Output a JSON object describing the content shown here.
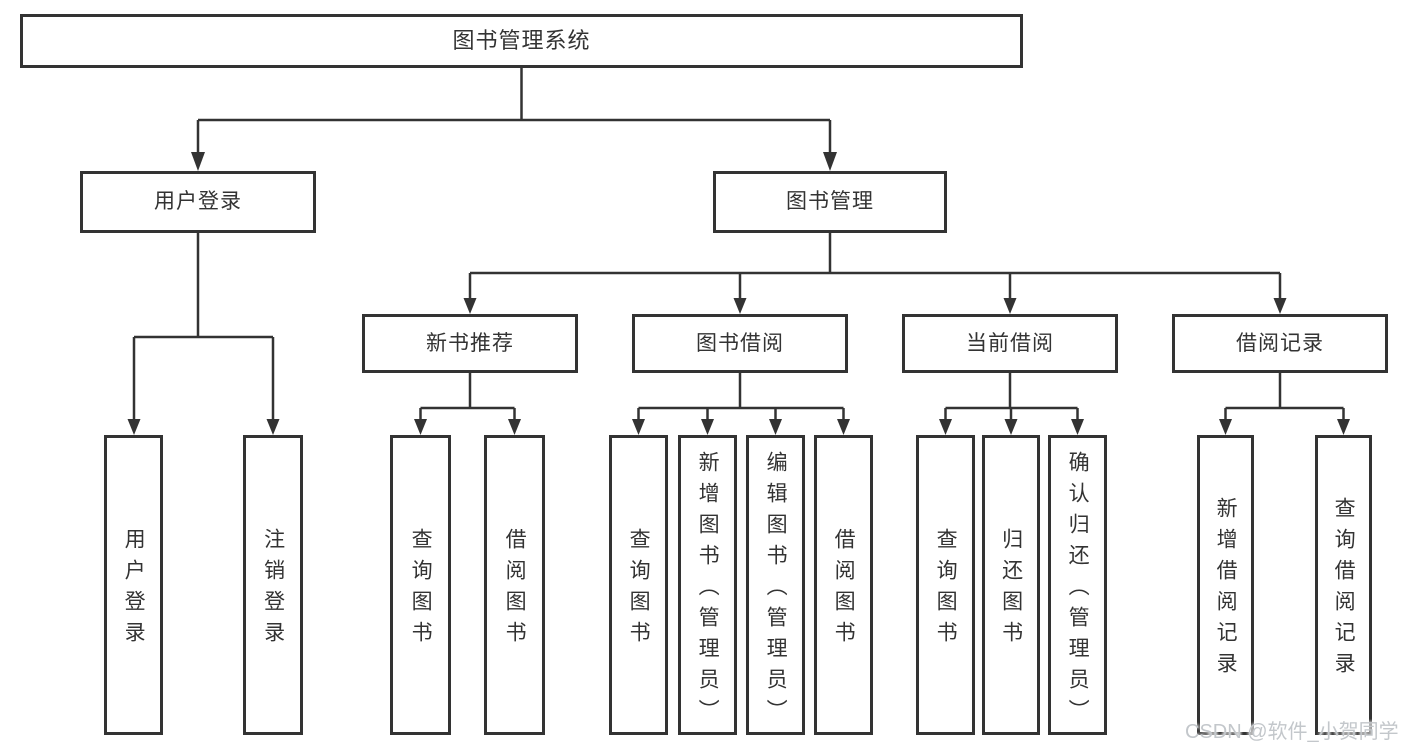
{
  "colors": {
    "line": "#333333",
    "box_border": "#333333",
    "box_background": "#ffffff",
    "text": "#333333",
    "watermark_text": "#c3c7cb"
  },
  "root": {
    "label": "图书管理系统"
  },
  "branches": [
    {
      "label": "用户登录",
      "children": [
        "用户登录",
        "注销登录"
      ]
    },
    {
      "label": "图书管理",
      "children": [
        {
          "label": "新书推荐",
          "children": [
            "查询图书",
            "借阅图书"
          ]
        },
        {
          "label": "图书借阅",
          "children": [
            "查询图书",
            "新增图书（管理员）",
            "编辑图书（管理员）",
            "借阅图书"
          ]
        },
        {
          "label": "当前借阅",
          "children": [
            "查询图书",
            "归还图书",
            "确认归还（管理员）"
          ]
        },
        {
          "label": "借阅记录",
          "children": [
            "新增借阅记录",
            "查询借阅记录"
          ]
        }
      ]
    }
  ],
  "watermark": "CSDN @软件_小贺同学"
}
